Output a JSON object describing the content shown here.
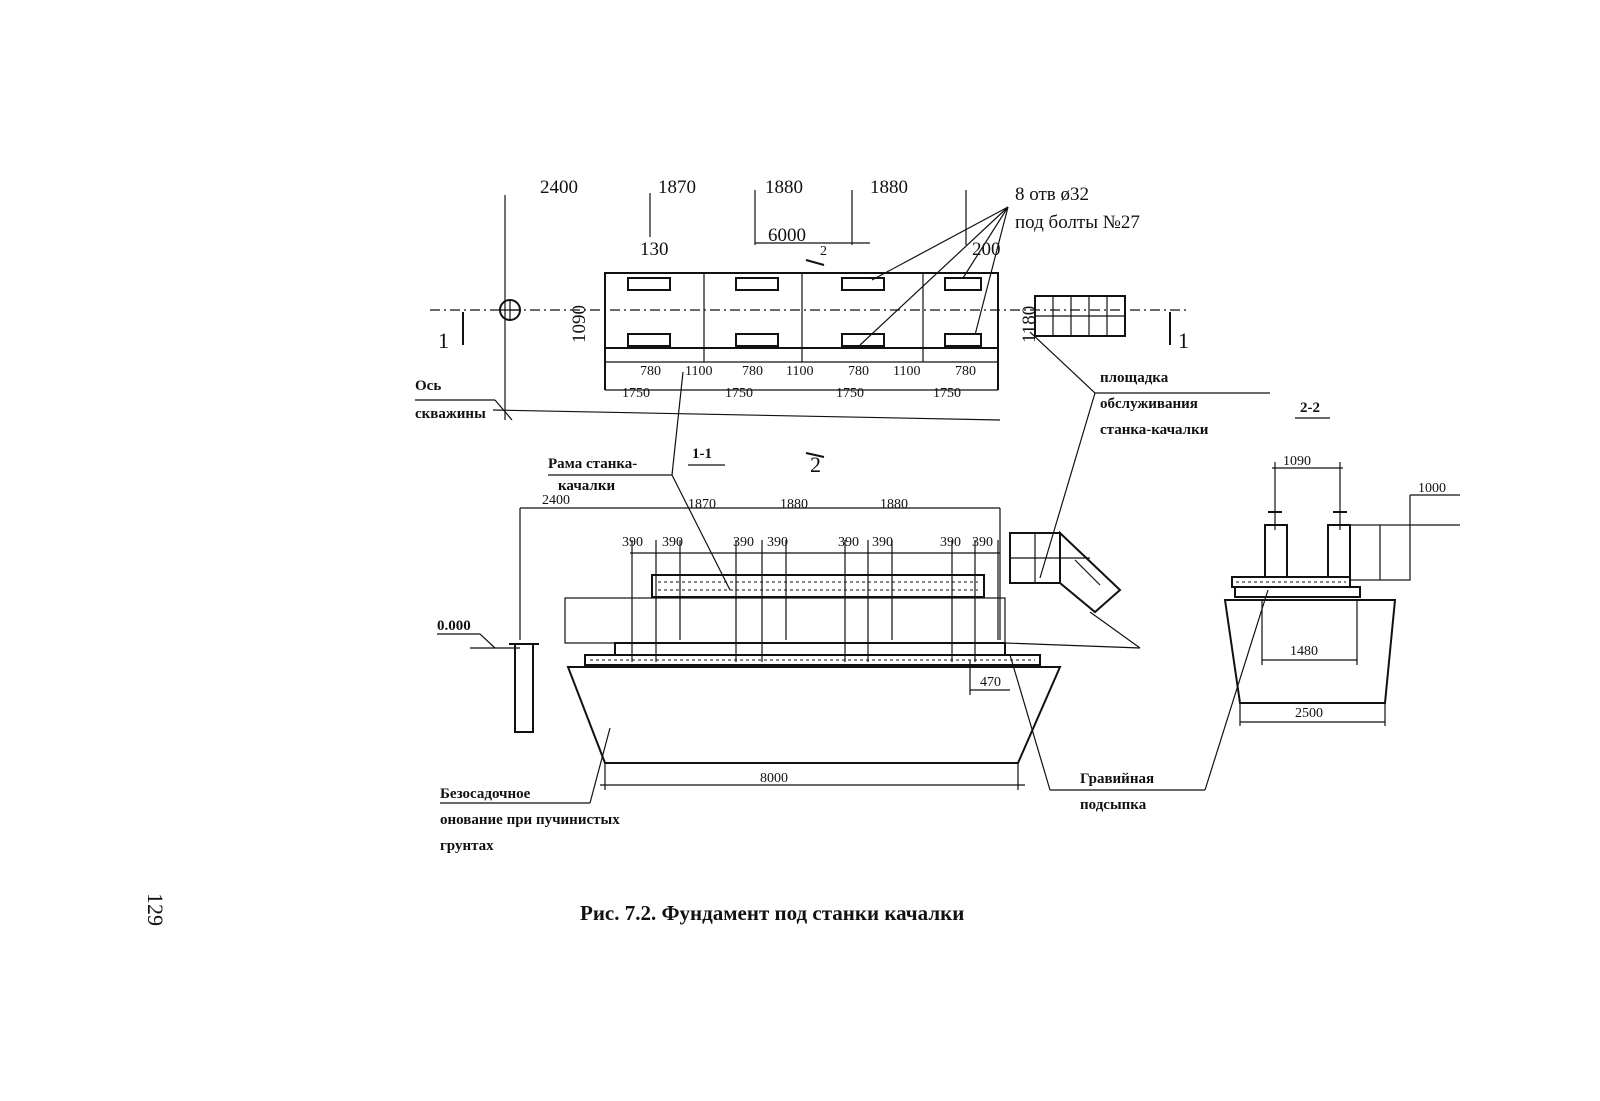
{
  "plan": {
    "dims_top": [
      "2400",
      "1870",
      "1880",
      "1880"
    ],
    "dim_overall": "6000",
    "dim_left_offset": "130",
    "dim_right_offset": "200",
    "dim_width_left": "1090",
    "dim_width_right": "1180",
    "bolt_note_line1": "8 отв ø32",
    "bolt_note_line2": "под болты №27",
    "pads": [
      "780",
      "780",
      "780",
      "780"
    ],
    "gaps": [
      "1100",
      "1100",
      "1100"
    ],
    "pitch": [
      "1750",
      "1750",
      "1750",
      "1750"
    ],
    "section_mark_1": "1",
    "section_mark_2": "2"
  },
  "labels": {
    "well_axis_line1": "Ось",
    "well_axis_line2": "скважины",
    "platform_line1": "площадка",
    "platform_line2": "обслуживания",
    "platform_line3": "станка-качалки",
    "frame_line1": "Рама станка-",
    "frame_line2": "качалки",
    "base_line1": "Безосадочное",
    "base_line2": "онование при пучинистых",
    "base_line3": "грунтах",
    "gravel_line1": "Гравийная",
    "gravel_line2": "подсыпка"
  },
  "section_1_1": {
    "title": "1-1",
    "dims_top": [
      "2400",
      "1870",
      "1880",
      "1880"
    ],
    "dims_390": [
      "390",
      "390",
      "390",
      "390",
      "390",
      "390",
      "390",
      "390"
    ],
    "level": "0.000",
    "dim_470": "470",
    "dim_8000": "8000"
  },
  "section_2_2": {
    "title": "2-2",
    "dim_1090": "1090",
    "dim_1000": "1000",
    "dim_1480": "1480",
    "dim_2500": "2500"
  },
  "page_number": "129",
  "caption": "Рис. 7.2. Фундамент под станки качалки"
}
